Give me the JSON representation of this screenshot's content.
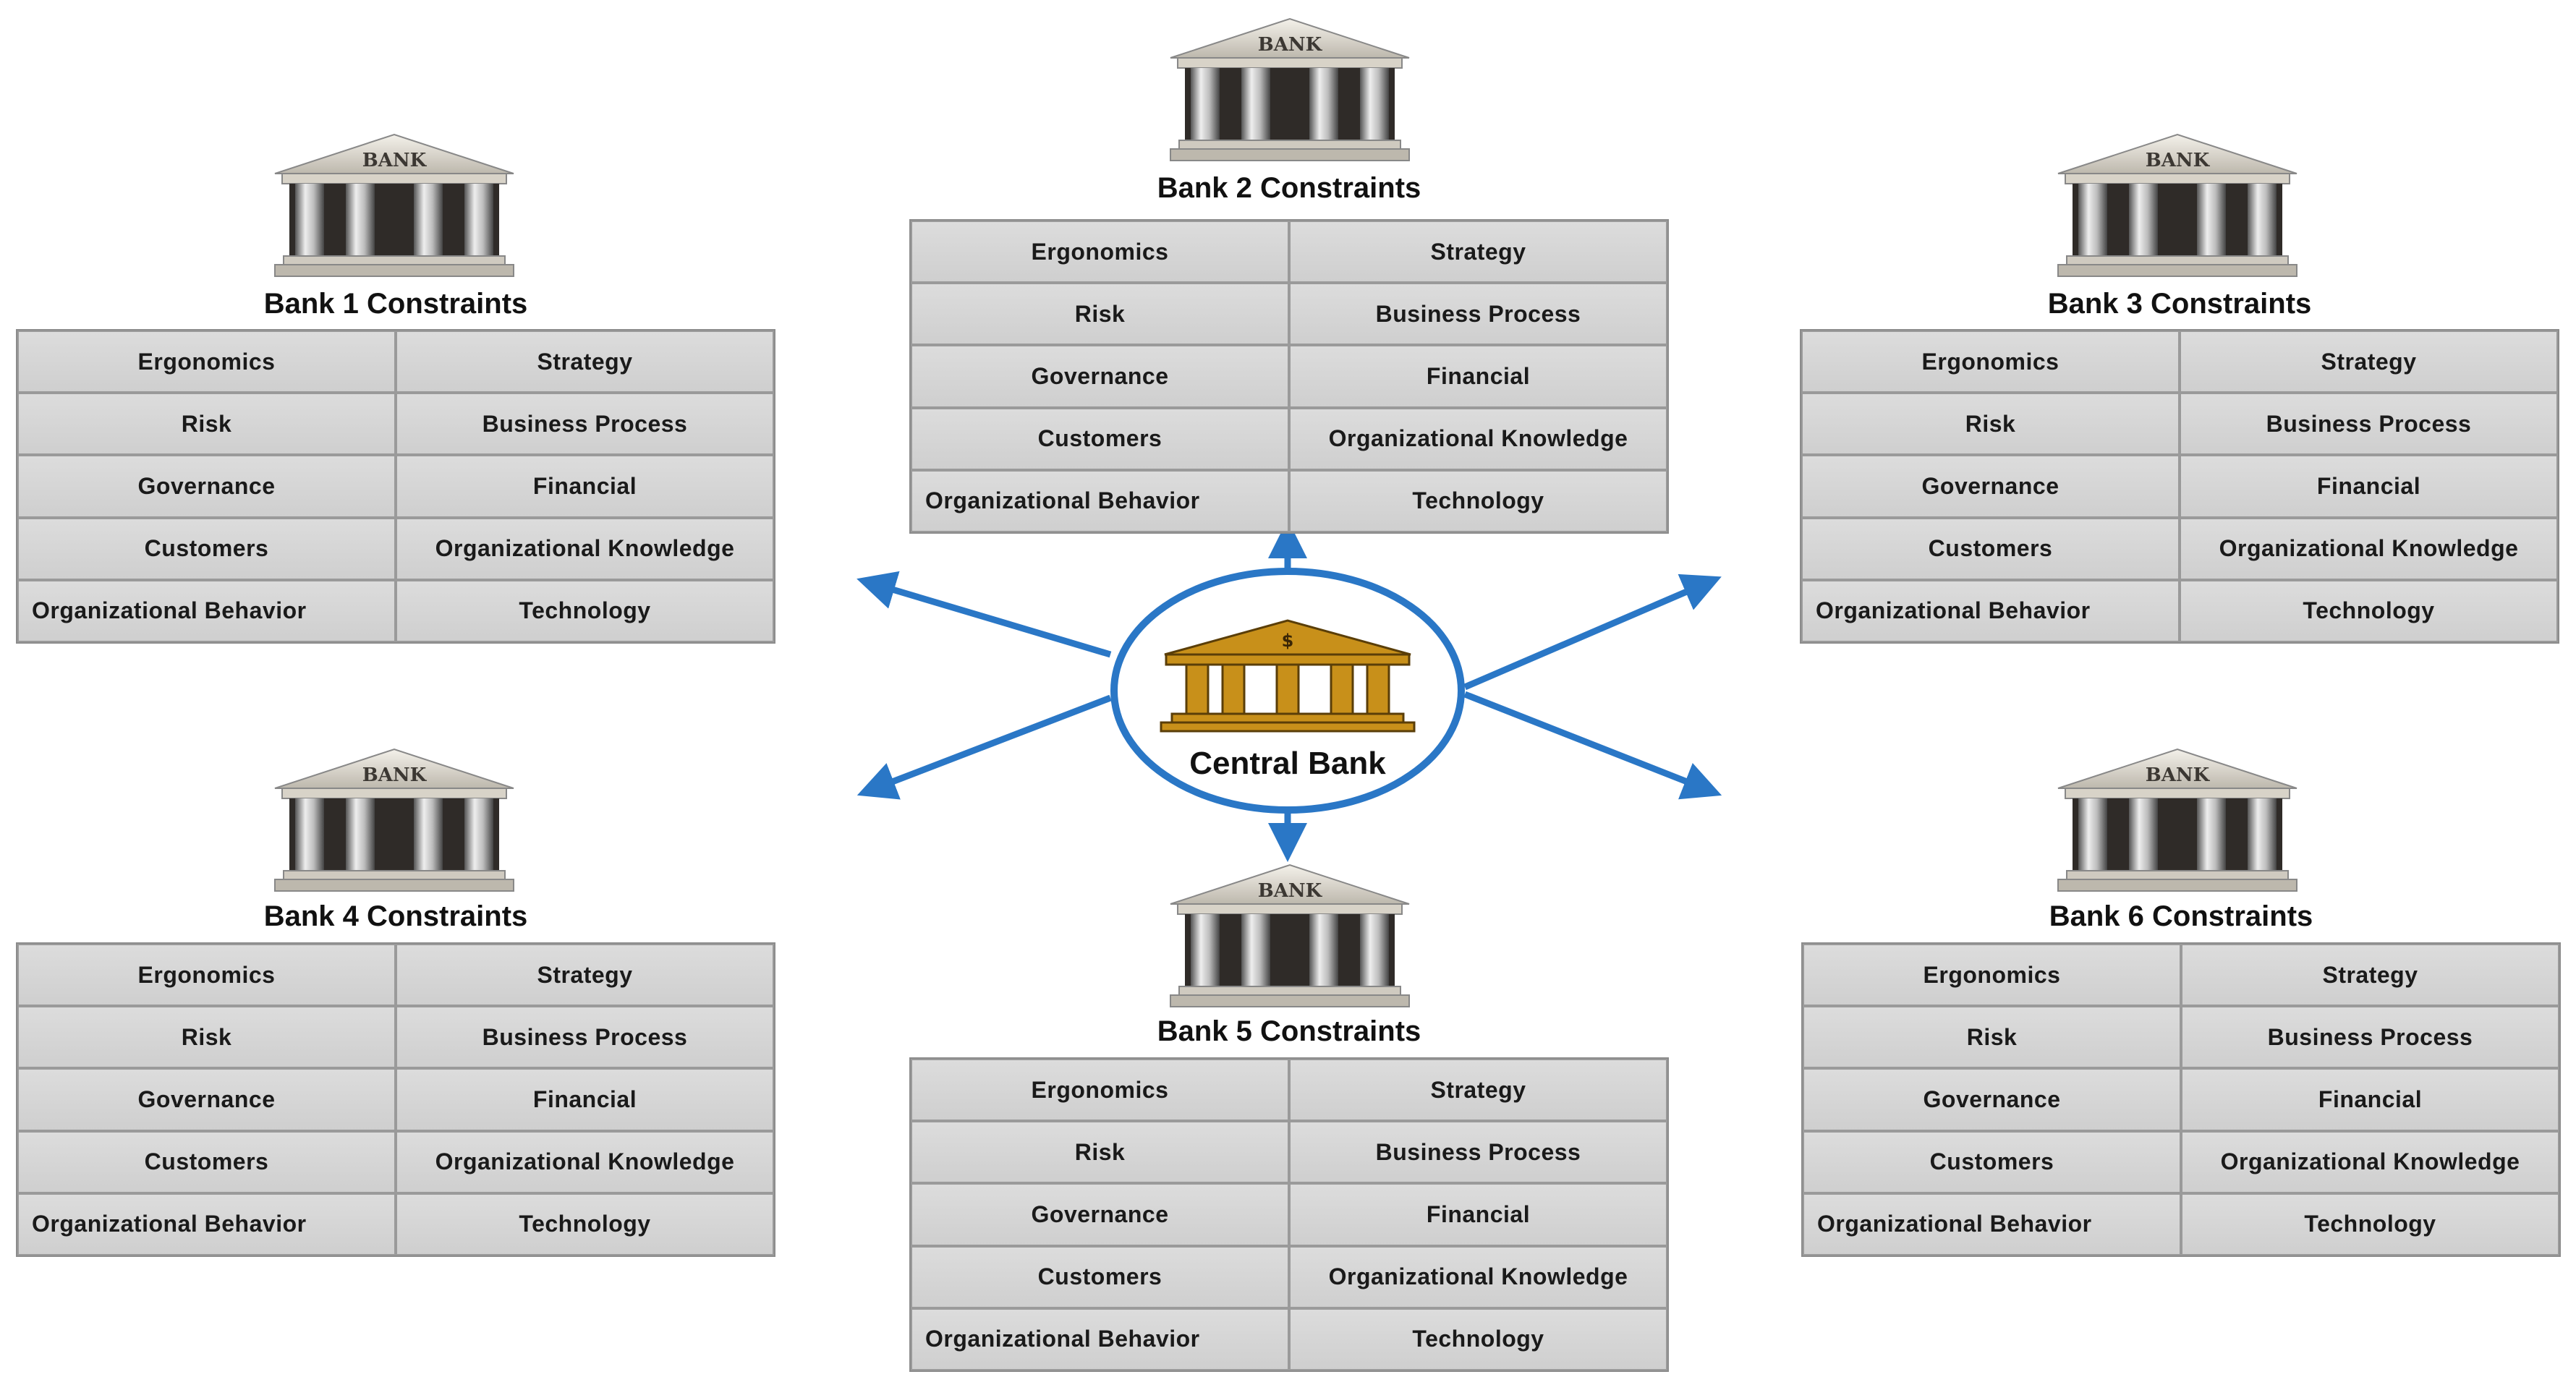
{
  "central_bank": {
    "label": "Central Bank",
    "icon": "central-bank-building-icon",
    "icon_symbol": "$",
    "color": "#c8901a",
    "ellipse_color": "#2a77c6"
  },
  "arrow_color": "#2a77c6",
  "bank_icon_label": "BANK",
  "banks": [
    {
      "title": "Bank 1 Constraints",
      "icon": "bank-building-icon",
      "constraints": [
        "Ergonomics",
        "Strategy",
        "Risk",
        "Business Process",
        "Governance",
        "Financial",
        "Customers",
        "Organizational Knowledge",
        "Organizational Behavior",
        "Technology"
      ]
    },
    {
      "title": "Bank 2 Constraints",
      "icon": "bank-building-icon",
      "constraints": [
        "Ergonomics",
        "Strategy",
        "Risk",
        "Business Process",
        "Governance",
        "Financial",
        "Customers",
        "Organizational Knowledge",
        "Organizational Behavior",
        "Technology"
      ]
    },
    {
      "title": "Bank 3 Constraints",
      "icon": "bank-building-icon",
      "constraints": [
        "Ergonomics",
        "Strategy",
        "Risk",
        "Business Process",
        "Governance",
        "Financial",
        "Customers",
        "Organizational Knowledge",
        "Organizational Behavior",
        "Technology"
      ]
    },
    {
      "title": "Bank 4 Constraints",
      "icon": "bank-building-icon",
      "constraints": [
        "Ergonomics",
        "Strategy",
        "Risk",
        "Business Process",
        "Governance",
        "Financial",
        "Customers",
        "Organizational Knowledge",
        "Organizational Behavior",
        "Technology"
      ]
    },
    {
      "title": "Bank 5 Constraints",
      "icon": "bank-building-icon",
      "constraints": [
        "Ergonomics",
        "Strategy",
        "Risk",
        "Business Process",
        "Governance",
        "Financial",
        "Customers",
        "Organizational Knowledge",
        "Organizational Behavior",
        "Technology"
      ]
    },
    {
      "title": "Bank 6 Constraints",
      "icon": "bank-building-icon",
      "constraints": [
        "Ergonomics",
        "Strategy",
        "Risk",
        "Business Process",
        "Governance",
        "Financial",
        "Customers",
        "Organizational Knowledge",
        "Organizational Behavior",
        "Technology"
      ]
    }
  ]
}
